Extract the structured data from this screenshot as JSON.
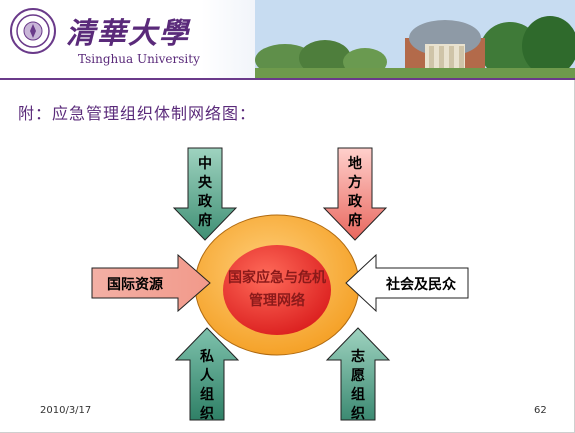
{
  "header": {
    "logo_cn": "清華大學",
    "logo_en": "Tsinghua University"
  },
  "subtitle": "附：应急管理组织体制网络图：",
  "diagram": {
    "center_lines": [
      "国家应急与危机",
      "管理网络"
    ],
    "nodes": {
      "central_government": [
        "中",
        "央",
        "政",
        "府"
      ],
      "local_government": [
        "地",
        "方",
        "政",
        "府"
      ],
      "international_resources": "国际资源",
      "society_public": "社会及民众",
      "private_organizations": [
        "私",
        "人",
        "组",
        "织"
      ],
      "volunteer_organizations": [
        "志",
        "愿",
        "组",
        "织"
      ]
    },
    "colors": {
      "central_arrow": "#5fa88c",
      "local_arrow": "#f2867f",
      "international_arrow": "#f08c7c",
      "society_arrow": "#ffffff",
      "private_arrow": "#3f8f7a",
      "volunteer_arrow": "#4f9f8a",
      "ring_outer": "#f5a623",
      "ring_inner": "#e8201e",
      "center_text": "#8b1a1a"
    }
  },
  "footer": {
    "date": "2010/3/17",
    "page": "62"
  }
}
